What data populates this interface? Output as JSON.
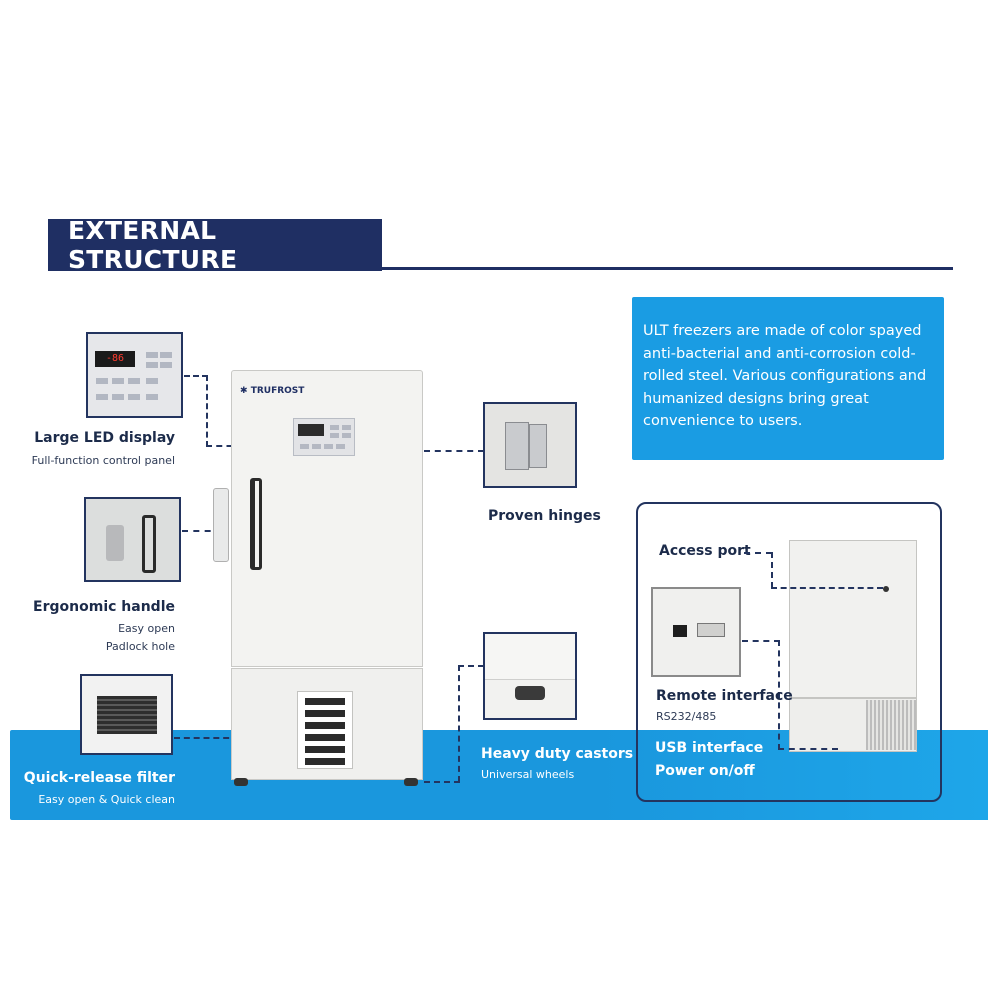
{
  "header": {
    "title": "EXTERNAL STRUCTURE"
  },
  "intro": {
    "text": "ULT freezers are made of color spayed anti-bacterial and anti-corrosion cold-rolled steel. Various configurations and humanized designs bring great convenience to users."
  },
  "freezer": {
    "brand": "TRUFROST"
  },
  "features": {
    "led": {
      "title": "Large LED display",
      "sub": "Full-function control panel",
      "reading": "-86"
    },
    "handle": {
      "title": "Ergonomic handle",
      "sub1": "Easy open",
      "sub2": "Padlock hole"
    },
    "filter": {
      "title": "Quick-release filter",
      "sub": "Easy open & Quick clean"
    },
    "hinges": {
      "title": "Proven hinges"
    },
    "castors": {
      "title": "Heavy duty castors",
      "sub": "Universal wheels"
    },
    "access": {
      "title": "Access port"
    },
    "remote": {
      "title": "Remote interface",
      "sub": "RS232/485"
    },
    "usb": {
      "title": "USB interface"
    },
    "power": {
      "title": "Power on/off"
    }
  },
  "colors": {
    "navy": "#1f2f63",
    "blue": "#1a97dd",
    "white": "#ffffff"
  }
}
